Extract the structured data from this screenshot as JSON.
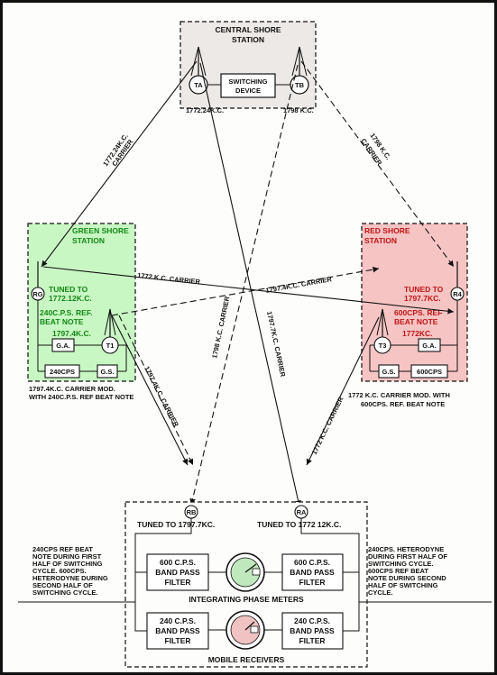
{
  "central": {
    "title_line1": "CENTRAL SHORE",
    "title_line2": "STATION",
    "switch_line1": "SWITCHING",
    "switch_line2": "DEVICE",
    "ta": "TA",
    "tb": "TB",
    "freq_a": "1772.24K.C.",
    "freq_b": "1798 K.C."
  },
  "green": {
    "title_line1": "GREEN SHORE",
    "title_line2": "STATION",
    "rx": "RG",
    "tuned_line1": "TUNED TO",
    "tuned_line2": "1772.12K.C.",
    "beat_line1": "240C.P.S. REF.",
    "beat_line2": "BEAT NOTE",
    "freq": "1797.4K.C.",
    "ga": "G.A.",
    "tx": "T1",
    "cps": "240CPS",
    "gs": "G.S.",
    "caption_line1": "1797.4K.C. CARRIER MOD.",
    "caption_line2": "WITH 240C.P.S. REF BEAT NOTE"
  },
  "red": {
    "title_line1": "RED SHORE",
    "title_line2": "STATION",
    "rx": "R4",
    "tuned_line1": "TUNED TO",
    "tuned_line2": "1797.7KC.",
    "beat_line1": "600CPS. REF",
    "beat_line2": "BEAT NOTE",
    "freq": "1772KC.",
    "ga": "G.A.",
    "tx": "T3",
    "gs": "G.S.",
    "cps": "600CPS",
    "caption_line1": "1772 K.C. CARRIER MOD. WITH",
    "caption_line2": "600CPS. REF. BEAT NOTE"
  },
  "carriers": {
    "left_upper_1": "1772.24K.C.",
    "left_upper_2": "CARRIER",
    "right_upper_1": "1798 K.C.",
    "right_upper_2": "CARRIER",
    "cross_a": "1772 K.C. CARRIER",
    "cross_b": "1797.4K.C. CARRIER",
    "mid_a": "1797.4K.C. CARRIER",
    "mid_b": "1798 K.C. CARRIER",
    "mid_c": "1797.7K.C. CARRIER",
    "mid_d": "1772 K.C. CARRIER"
  },
  "mobile": {
    "rb": "RB",
    "ra": "RA",
    "tuned_left": "TUNED TO 1797.7KC.",
    "tuned_right": "TUNED TO 1772 12K.C.",
    "filter_600_line1": "600 C.P.S.",
    "filter_600_line2": "BAND PASS",
    "filter_600_line3": "FILTER",
    "filter_240_line1": "240 C.P.S.",
    "filter_240_line2": "BAND PASS",
    "filter_240_line3": "FILTER",
    "meters_label": "INTEGRATING PHASE METERS",
    "title": "MOBILE RECEIVERS"
  },
  "side_notes": {
    "left": [
      "240CPS REF BEAT",
      "NOTE DURING FIRST",
      "HALF OF SWITCHING",
      "CYCLE. 600CPS.",
      "HETERODYNE DURING",
      "SECOND HALF OF",
      "SWITCHING CYCLE."
    ],
    "right": [
      "240CPS. HETERODYNE",
      "DURING FIRST HALF OF",
      "SWITCHING CYCLE.",
      "600CPS REF BEAT",
      "NOTE DURING SECOND",
      "HALF OF SWITCHING",
      "CYCLE."
    ]
  },
  "colors": {
    "green_fill": "#c9f7c4",
    "red_fill": "#f7c4c4",
    "gray_fill": "#ede9e6",
    "meter_green": "#bfe9bd",
    "meter_red": "#f0c3c3",
    "green_text": "#128a12",
    "red_text": "#c21414"
  }
}
